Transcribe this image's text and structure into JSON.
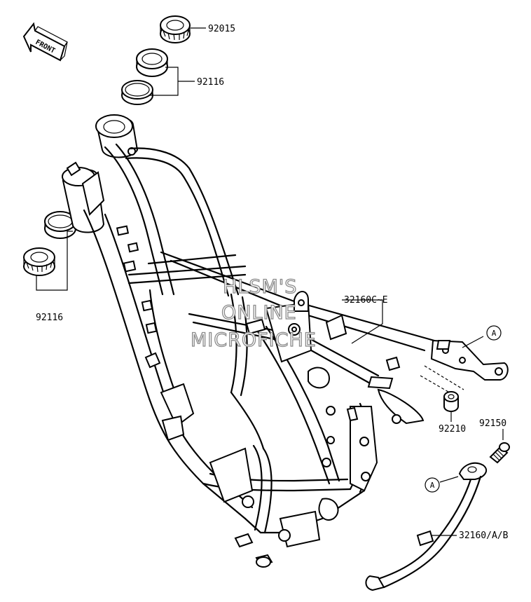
{
  "labels": {
    "p92015": "92015",
    "p92116_top": "92116",
    "p92116_left": "92116",
    "p32160ce": "32160C~E",
    "p92210": "92210",
    "p92150": "92150",
    "p32160ab": "32160/A/B",
    "ref_a1": "A",
    "ref_a2": "A",
    "front": "FRONT"
  },
  "watermark": {
    "line1": "HLSM'S",
    "line2": "ONLINE",
    "line3": "MICROFICHE"
  },
  "colors": {
    "line": "#000000",
    "background": "#ffffff",
    "watermark_outline": "#8a8a8a"
  }
}
